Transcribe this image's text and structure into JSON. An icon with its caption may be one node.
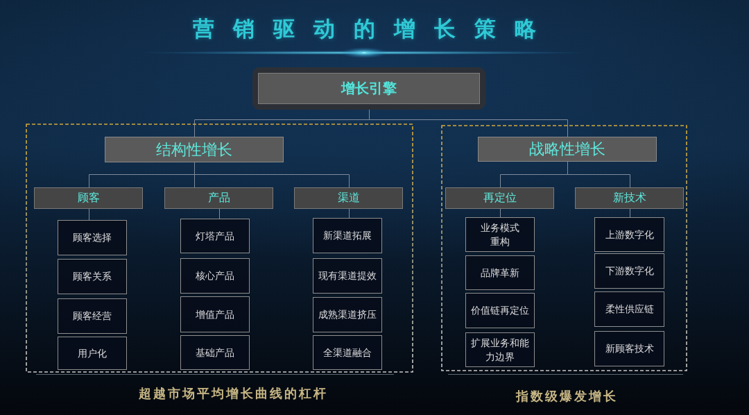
{
  "diagram": {
    "title": "营销驱动的增长策略",
    "nodes": [
      {
        "text": [
          "增长引擎"
        ]
      },
      {
        "text": [],
        "shape": "box",
        "beside": [
          "超越市场平均增长曲线的杠杆"
        ]
      },
      {
        "text": [
          "结构性增长"
        ],
        "in": 1
      },
      {
        "text": [
          "顾客"
        ],
        "in": 1
      },
      {
        "text": [
          "产品"
        ],
        "in": 1
      },
      {
        "text": [
          "渠道"
        ],
        "in": 1
      },
      {
        "text": [
          "顾客选择"
        ],
        "in": 1
      },
      {
        "text": [
          "顾客关系"
        ],
        "in": 1
      },
      {
        "text": [
          "顾客经营"
        ],
        "in": 1
      },
      {
        "text": [
          "用户化"
        ],
        "in": 1
      },
      {
        "text": [
          "灯塔产品"
        ],
        "in": 1
      },
      {
        "text": [
          "核心产品"
        ],
        "in": 1
      },
      {
        "text": [
          "增值产品"
        ],
        "in": 1
      },
      {
        "text": [
          "基础产品"
        ],
        "in": 1
      },
      {
        "text": [
          "新渠道拓展"
        ],
        "in": 1
      },
      {
        "text": [
          "现有渠道提效"
        ],
        "in": 1
      },
      {
        "text": [
          "成熟渠道挤压"
        ],
        "in": 1
      },
      {
        "text": [
          "全渠道融合"
        ],
        "in": 1
      },
      {
        "text": [],
        "shape": "box",
        "beside": [
          "指数级爆发增长"
        ]
      },
      {
        "text": [
          "战略性增长"
        ],
        "in": 18
      },
      {
        "text": [
          "再定位"
        ],
        "in": 18
      },
      {
        "text": [
          "新技术"
        ],
        "in": 18
      },
      {
        "text": [
          "业务模式重构"
        ],
        "in": 18
      },
      {
        "text": [
          "品牌革新"
        ],
        "in": 18
      },
      {
        "text": [
          "价值链再定位"
        ],
        "in": 18
      },
      {
        "text": [
          "扩展业务和能力边界"
        ],
        "in": 18
      },
      {
        "text": [
          "上游数字化"
        ],
        "in": 18
      },
      {
        "text": [
          "下游数字化"
        ],
        "in": 18
      },
      {
        "text": [
          "柔性供应链"
        ],
        "in": 18
      },
      {
        "text": [
          "新顾客技术"
        ],
        "in": 18
      }
    ],
    "edges": [
      {
        "from": 0,
        "to": 2,
        "arrow": "none"
      },
      {
        "from": 0,
        "to": 19,
        "arrow": "none"
      },
      {
        "from": 2,
        "to": 3,
        "arrow": "none"
      },
      {
        "from": 2,
        "to": 4,
        "arrow": "none"
      },
      {
        "from": 2,
        "to": 5,
        "arrow": "none"
      },
      {
        "from": 3,
        "to": 6,
        "arrow": "none"
      },
      {
        "from": 4,
        "to": 10,
        "arrow": "none"
      },
      {
        "from": 5,
        "to": 14,
        "arrow": "none"
      },
      {
        "from": 19,
        "to": 20,
        "arrow": "none"
      },
      {
        "from": 19,
        "to": 21,
        "arrow": "none"
      },
      {
        "from": 20,
        "to": 22,
        "arrow": "none"
      },
      {
        "from": 21,
        "to": 26,
        "arrow": "none"
      }
    ]
  }
}
